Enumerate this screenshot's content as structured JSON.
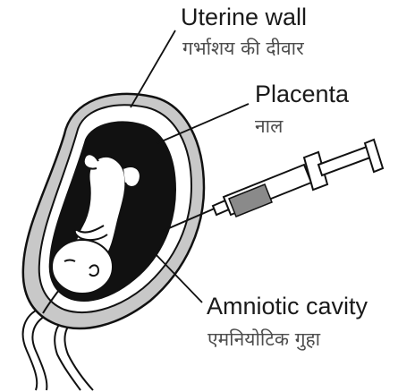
{
  "labels": {
    "uterine_wall": {
      "english": "Uterine wall",
      "hindi": "गर्भाशय की दीवार"
    },
    "placenta": {
      "english": "Placenta",
      "hindi": "नाल"
    },
    "amniotic_cavity": {
      "english": "Amniotic cavity",
      "hindi": "एमनियोटिक गुहा"
    }
  },
  "colors": {
    "outline": "#111111",
    "uterine_wall_fill": "#c8c8c8",
    "placenta_fill": "#ffffff",
    "cavity_fill": "#111111",
    "fetus_fill": "#ffffff",
    "syringe_fluid": "#8a8a8a",
    "hindi_text": "#4d4d4d"
  }
}
